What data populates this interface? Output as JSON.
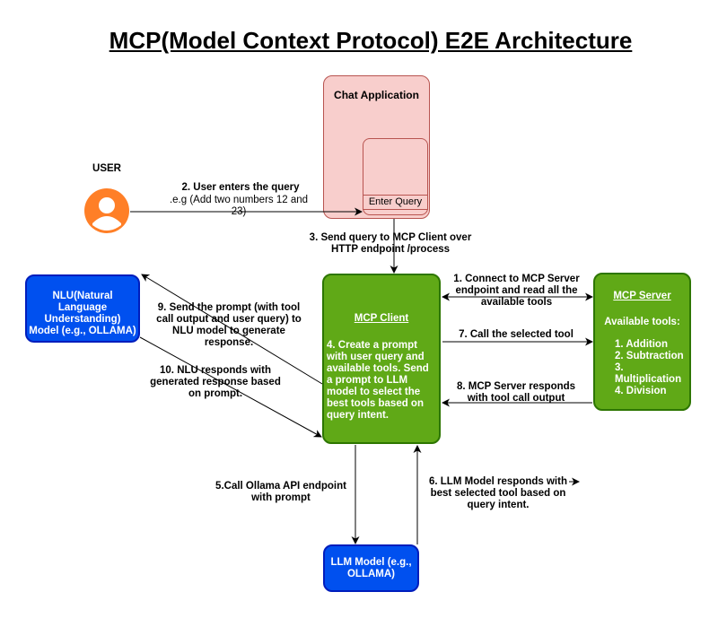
{
  "title": "MCP(Model Context Protocol) E2E Architecture",
  "user_label": "USER",
  "nodes": {
    "chat_app": "Chat Application",
    "enter_query": "Enter Query",
    "mcp_client_title": "MCP Client",
    "mcp_client_body": "4. Create a prompt with user query and available tools. Send a prompt to LLM model to select the best tools based on query intent.",
    "mcp_server_title": "MCP Server",
    "mcp_server_tools_heading": "Available tools:",
    "mcp_server_tools": [
      "1. Addition",
      "2. Subtraction",
      "3. Multiplication",
      "4. Division"
    ],
    "nlu": "NLU(Natural Language Understanding) Model (e.g., OLLAMA)",
    "llm": "LLM Model (e.g., OLLAMA)"
  },
  "edges": {
    "step2_line1": "2. User enters the query",
    "step2_line2": ".e.g (Add two numbers 12 and 23)",
    "step3": "3. Send query to MCP Client over HTTP endpoint /process",
    "step1": "1. Connect to MCP Server endpoint and read all the available tools",
    "step7": "7. Call  the selected tool",
    "step8": "8. MCP Server responds with tool call output",
    "step9": "9. Send the prompt (with tool call output and user query) to NLU model to generate response.",
    "step10": "10. NLU responds with generated response based on prompt.",
    "step5": "5.Call Ollama API endpoint with prompt",
    "step6": "6. LLM Model responds with best selected tool based on query intent."
  },
  "colors": {
    "green_fill": "#60a917",
    "blue_fill": "#0050ef",
    "pink_fill": "#f8cecc",
    "user_icon": "#ff7f27"
  }
}
